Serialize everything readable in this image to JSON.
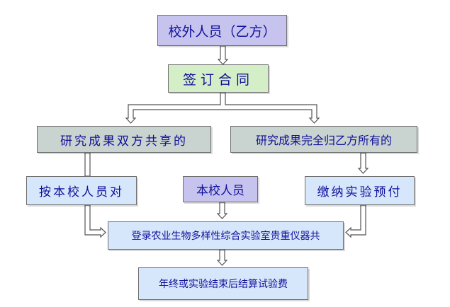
{
  "nodes": {
    "outside_personnel": "校外人员（乙方）",
    "sign_contract": "签订合同",
    "results_shared": "研究成果双方共享的",
    "results_party_b": "研究成果完全归乙方所有的",
    "staff_left": "按本校人员对",
    "staff_mid": "本校人员",
    "prepay": "缴纳实验预付",
    "register": "登录农业生物多样性综合实验室贵重仪器共",
    "settle": "年终或实验结束后结算试验费"
  },
  "colors": {
    "purple_box": "#c7c3ef",
    "green_box": "#d4efc8",
    "gray_box": "#c9d3cf",
    "blue_box": "#d6e6fb",
    "text": "#10109a",
    "arrow_outline": "#555555"
  }
}
